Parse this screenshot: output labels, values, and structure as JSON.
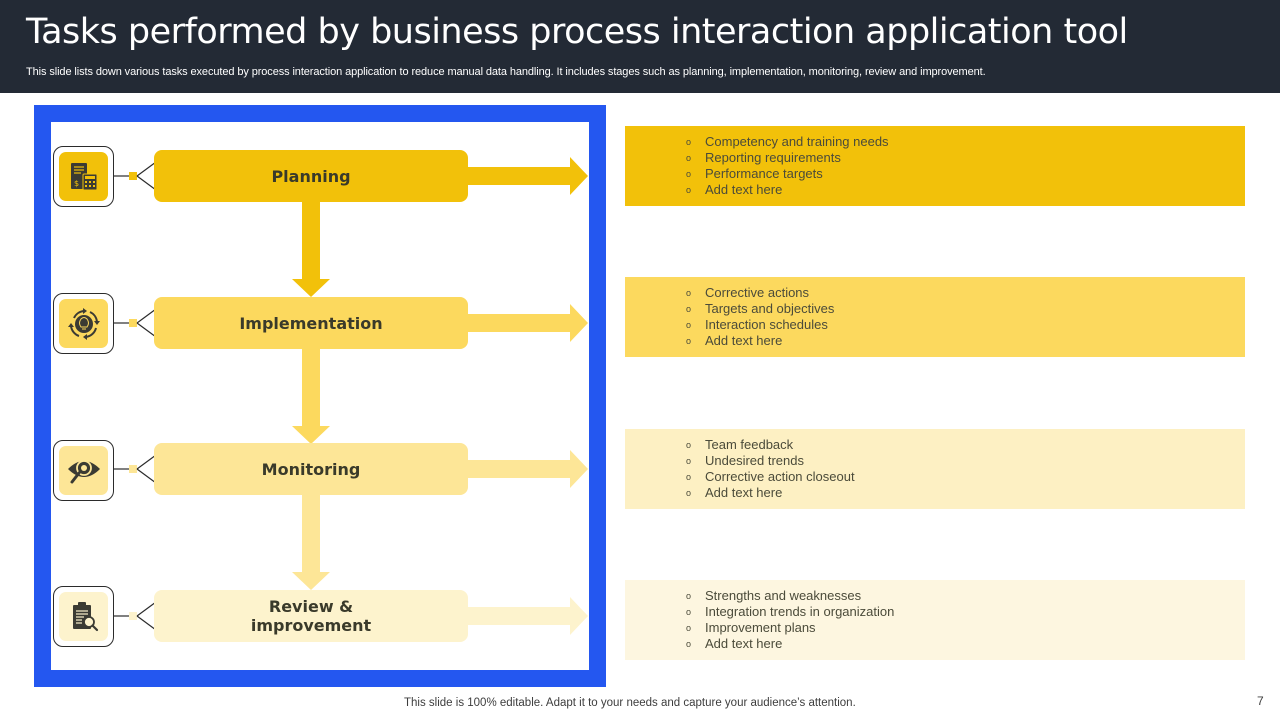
{
  "slide": {
    "title": "Tasks performed by business process interaction application tool",
    "subtitle": "This slide lists down various tasks executed by process interaction application to reduce manual data handling. It includes stages such as planning, implementation, monitoring, review and improvement.",
    "footer_note": "This slide is 100% editable. Adapt it to your needs and capture your audience’s attention.",
    "page_number": "7"
  },
  "colors": {
    "header_bg": "#232a35",
    "frame": "#2457f0",
    "stage_1": "#f2c10a",
    "stage_2": "#fcd95e",
    "stage_3": "#fde697",
    "stage_4": "#fdf3cd",
    "icon_dark": "#3b3b33"
  },
  "stages": [
    {
      "label": "Planning",
      "icon": "budget-calculator-icon",
      "details": [
        "Competency and training needs",
        "Reporting requirements",
        "Performance targets",
        "Add text here"
      ]
    },
    {
      "label": "Implementation",
      "icon": "lightbulb-cycle-icon",
      "details": [
        "Corrective actions",
        "Targets and objectives",
        "Interaction schedules",
        "Add text here"
      ]
    },
    {
      "label": "Monitoring",
      "icon": "eye-magnifier-icon",
      "details": [
        "Team feedback",
        "Undesired trends",
        "Corrective action closeout",
        "Add text here"
      ]
    },
    {
      "label": "Review & improvement",
      "icon": "clipboard-search-icon",
      "details": [
        "Strengths and weaknesses",
        "Integration trends in organization",
        "Improvement plans",
        "Add text here"
      ]
    }
  ],
  "bullet_glyph": "o"
}
